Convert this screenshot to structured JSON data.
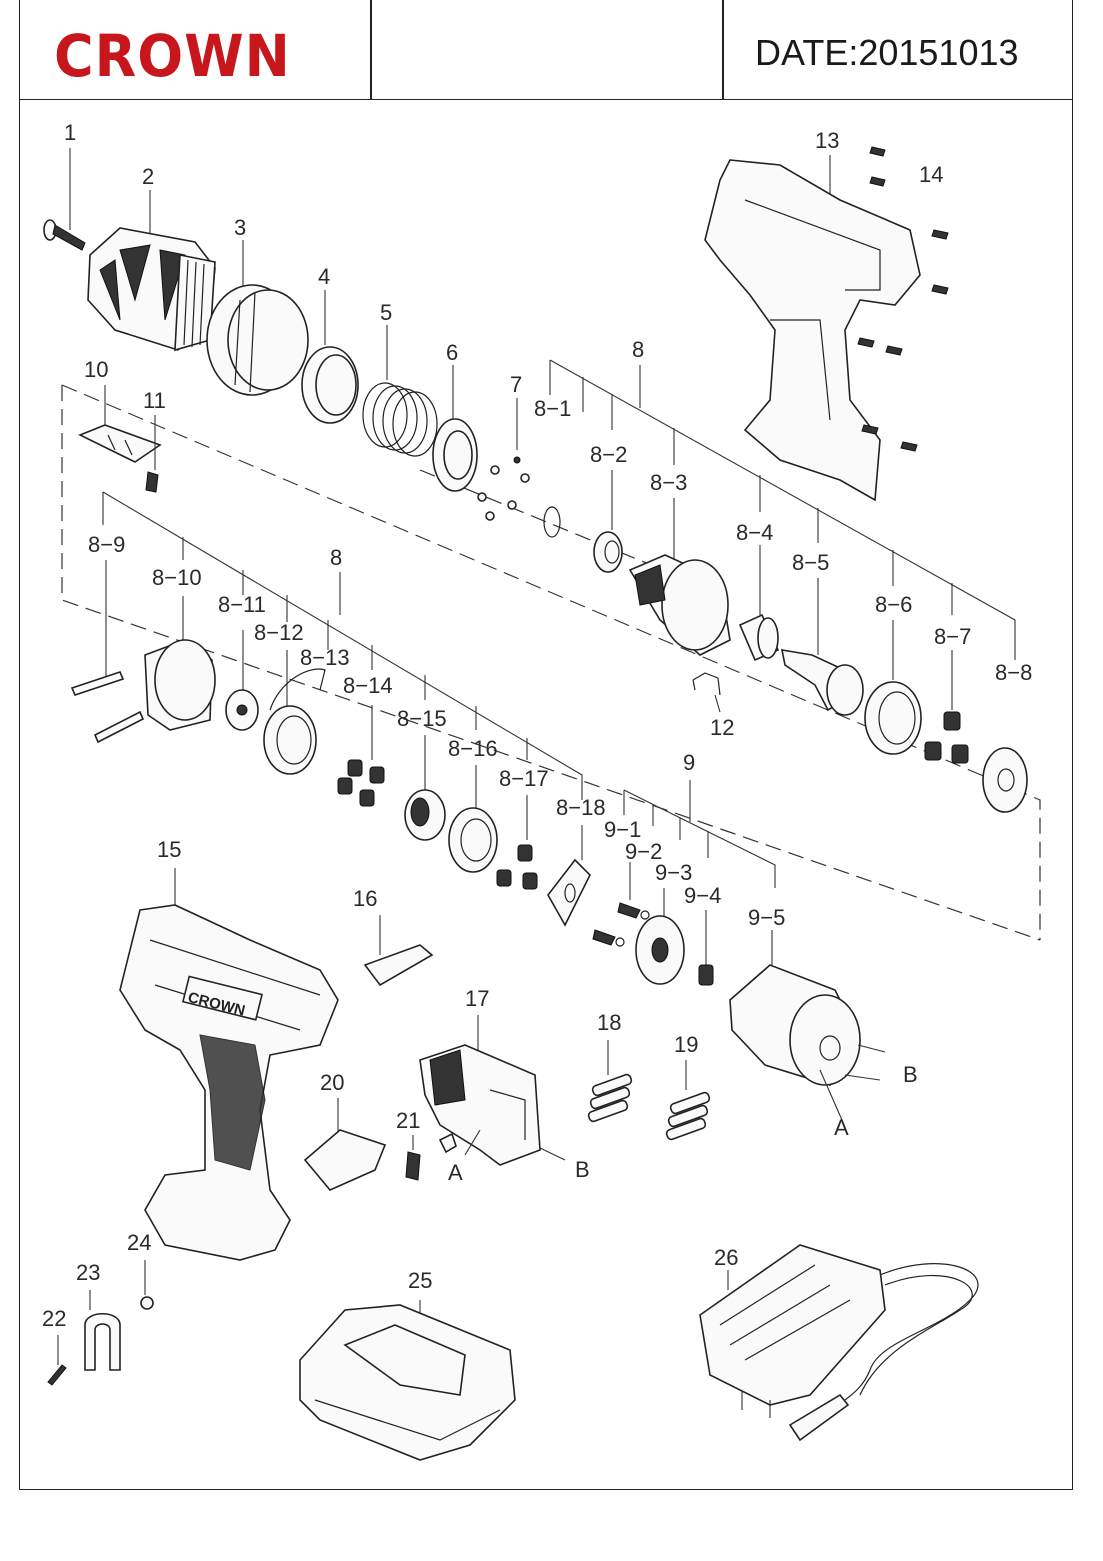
{
  "header": {
    "brand": "CROWN",
    "date": "DATE:20151013",
    "brand_color": "#c8161d"
  },
  "labels": {
    "p1": "1",
    "p2": "2",
    "p3": "3",
    "p4": "4",
    "p5": "5",
    "p6": "6",
    "p7": "7",
    "p8a": "8",
    "p8b": "8",
    "p8_1": "8−1",
    "p8_2": "8−2",
    "p8_3": "8−3",
    "p8_4": "8−4",
    "p8_5": "8−5",
    "p8_6": "8−6",
    "p8_7": "8−7",
    "p8_8": "8−8",
    "p8_9": "8−9",
    "p8_10": "8−10",
    "p8_11": "8−11",
    "p8_12": "8−12",
    "p8_13": "8−13",
    "p8_14": "8−14",
    "p8_15": "8−15",
    "p8_16": "8−16",
    "p8_17": "8−17",
    "p8_18": "8−18",
    "p9": "9",
    "p9_1": "9−1",
    "p9_2": "9−2",
    "p9_3": "9−3",
    "p9_4": "9−4",
    "p9_5": "9−5",
    "p10": "10",
    "p11": "11",
    "p12": "12",
    "p13": "13",
    "p14": "14",
    "p15": "15",
    "p16": "16",
    "p17": "17",
    "p18": "18",
    "p19": "19",
    "p20": "20",
    "p21": "21",
    "p22": "22",
    "p23": "23",
    "p24": "24",
    "p25": "25",
    "p26": "26",
    "motor_a": "A",
    "motor_b": "B",
    "switch_a": "A",
    "switch_b": "B",
    "housing_logo": "CROWN"
  }
}
